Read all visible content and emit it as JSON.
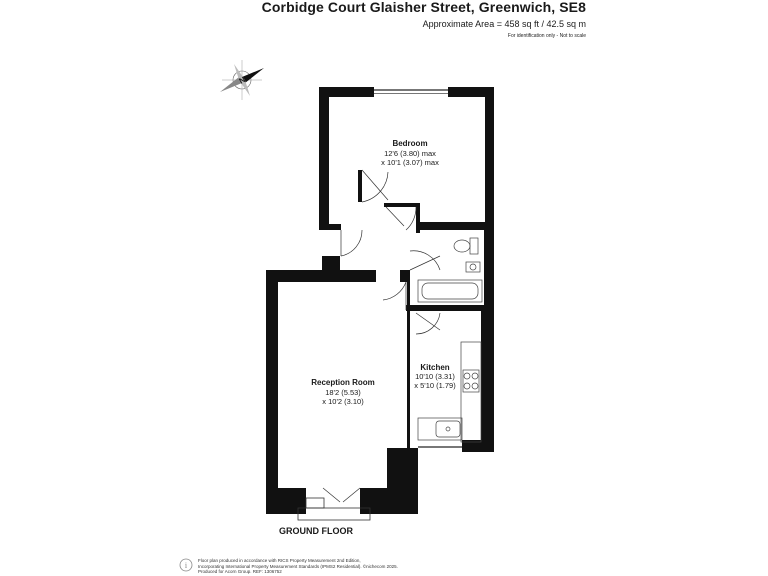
{
  "header": {
    "title": "Corbidge Court Glaisher Street, Greenwich, SE8",
    "area": "Approximate Area = 458 sq ft / 42.5 sq m",
    "disclaimer": "For identification only - Not to scale"
  },
  "compass": {
    "letter": "N"
  },
  "rooms": {
    "bedroom": {
      "name": "Bedroom",
      "dim1": "12'6 (3.80) max",
      "dim2": "x 10'1 (3.07) max"
    },
    "reception": {
      "name": "Reception Room",
      "dim1": "18'2 (5.53)",
      "dim2": "x 10'2 (3.10)"
    },
    "kitchen": {
      "name": "Kitchen",
      "dim1": "10'10 (3.31)",
      "dim2": "x 5'10 (1.79)"
    }
  },
  "floor_label": "GROUND FLOOR",
  "footer": {
    "line1": "Floor plan produced in accordance with RICS Property Measurement 2nd Edition,",
    "line2": "Incorporating International Property Measurement Standards (IPMS2 Residential). ©nichecom 2025.",
    "line3": "Produced for Acorn Group.  REF: 1306752"
  }
}
